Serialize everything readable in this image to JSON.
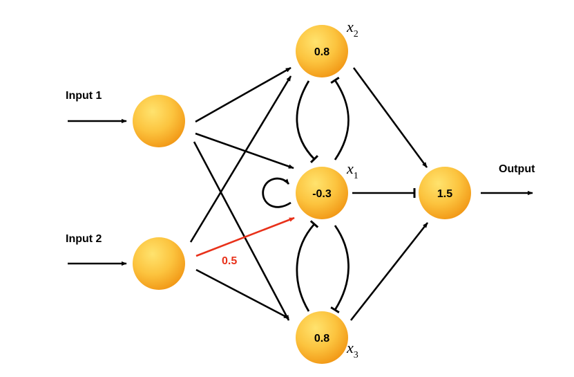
{
  "inputs": {
    "input1_label": "Input 1",
    "input2_label": "Input 2"
  },
  "output_label": "Output",
  "nodes": {
    "x1_value": "-0.3",
    "x2_value": "0.8",
    "x3_value": "0.8",
    "out_value": "1.5"
  },
  "variables": {
    "x1": {
      "base": "x",
      "sub": "1"
    },
    "x2": {
      "base": "x",
      "sub": "2"
    },
    "x3": {
      "base": "x",
      "sub": "3"
    }
  },
  "highlight_weight": "0.5",
  "colors": {
    "node_inner": "#ffe06a",
    "node_outer": "#f6a11f",
    "highlight_edge": "#e8311a",
    "edge": "#000000"
  }
}
